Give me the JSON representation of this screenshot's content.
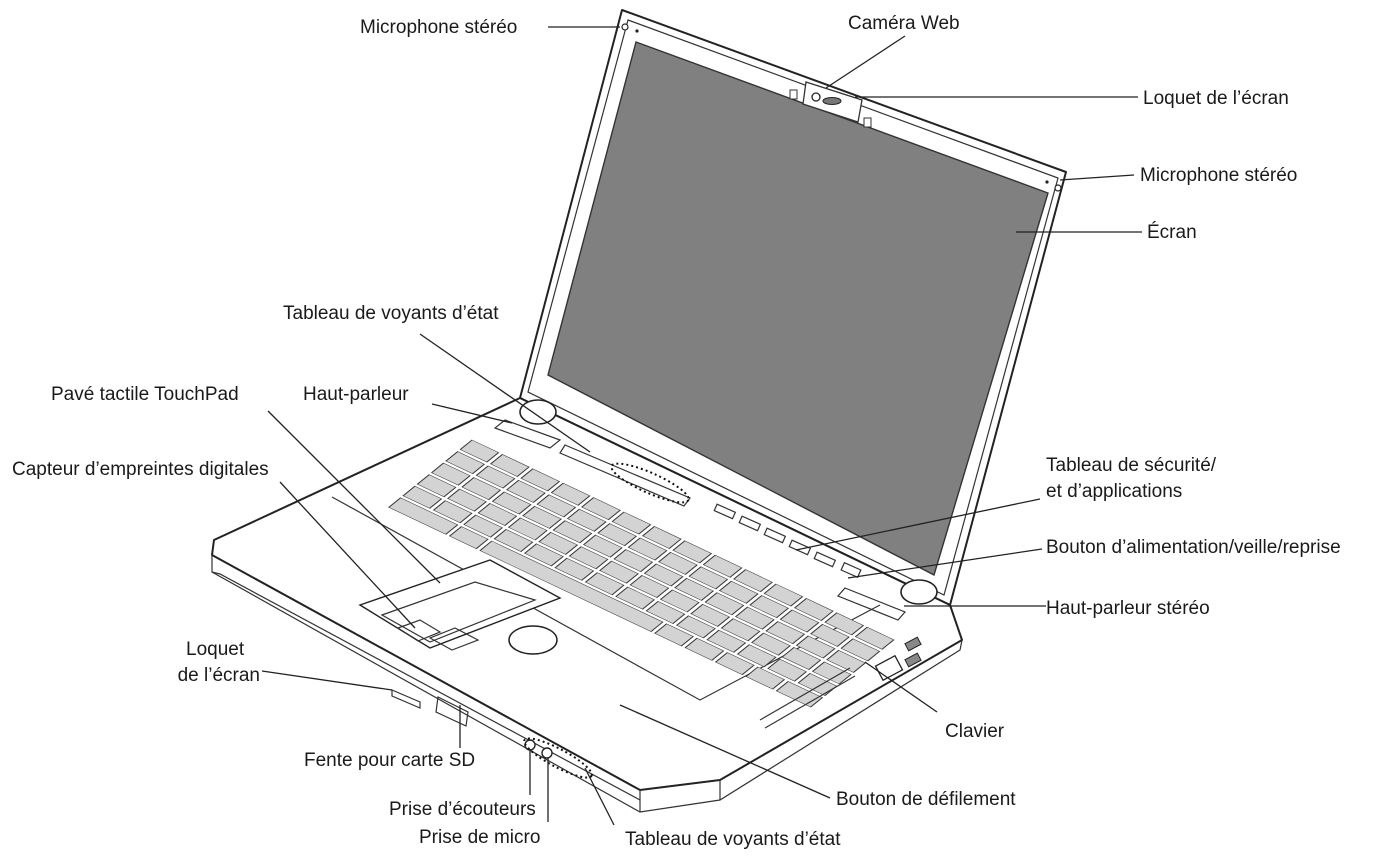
{
  "labels": {
    "stereo_mic_left": "Microphone stéréo",
    "webcam": "Caméra Web",
    "screen_latch_top": "Loquet de l’écran",
    "stereo_mic_right": "Microphone stéréo",
    "screen": "Écran",
    "status_panel_top": "Tableau de voyants d’état",
    "touchpad": "Pavé tactile TouchPad",
    "speaker": "Haut-parleur",
    "fingerprint": "Capteur d’empreintes digitales",
    "security_panel_line1": "Tableau de sécurité/",
    "security_panel_line2": "et d’applications",
    "power_button": "Bouton d’alimentation/veille/reprise",
    "stereo_speaker": "Haut-parleur stéréo",
    "screen_latch_front_line1": "Loquet",
    "screen_latch_front_line2": "de l’écran",
    "keyboard": "Clavier",
    "sd_slot": "Fente pour carte SD",
    "scroll_button": "Bouton de défilement",
    "headphone_jack": "Prise d’écouteurs",
    "mic_jack": "Prise de micro",
    "status_panel_bottom": "Tableau de voyants d’état"
  }
}
